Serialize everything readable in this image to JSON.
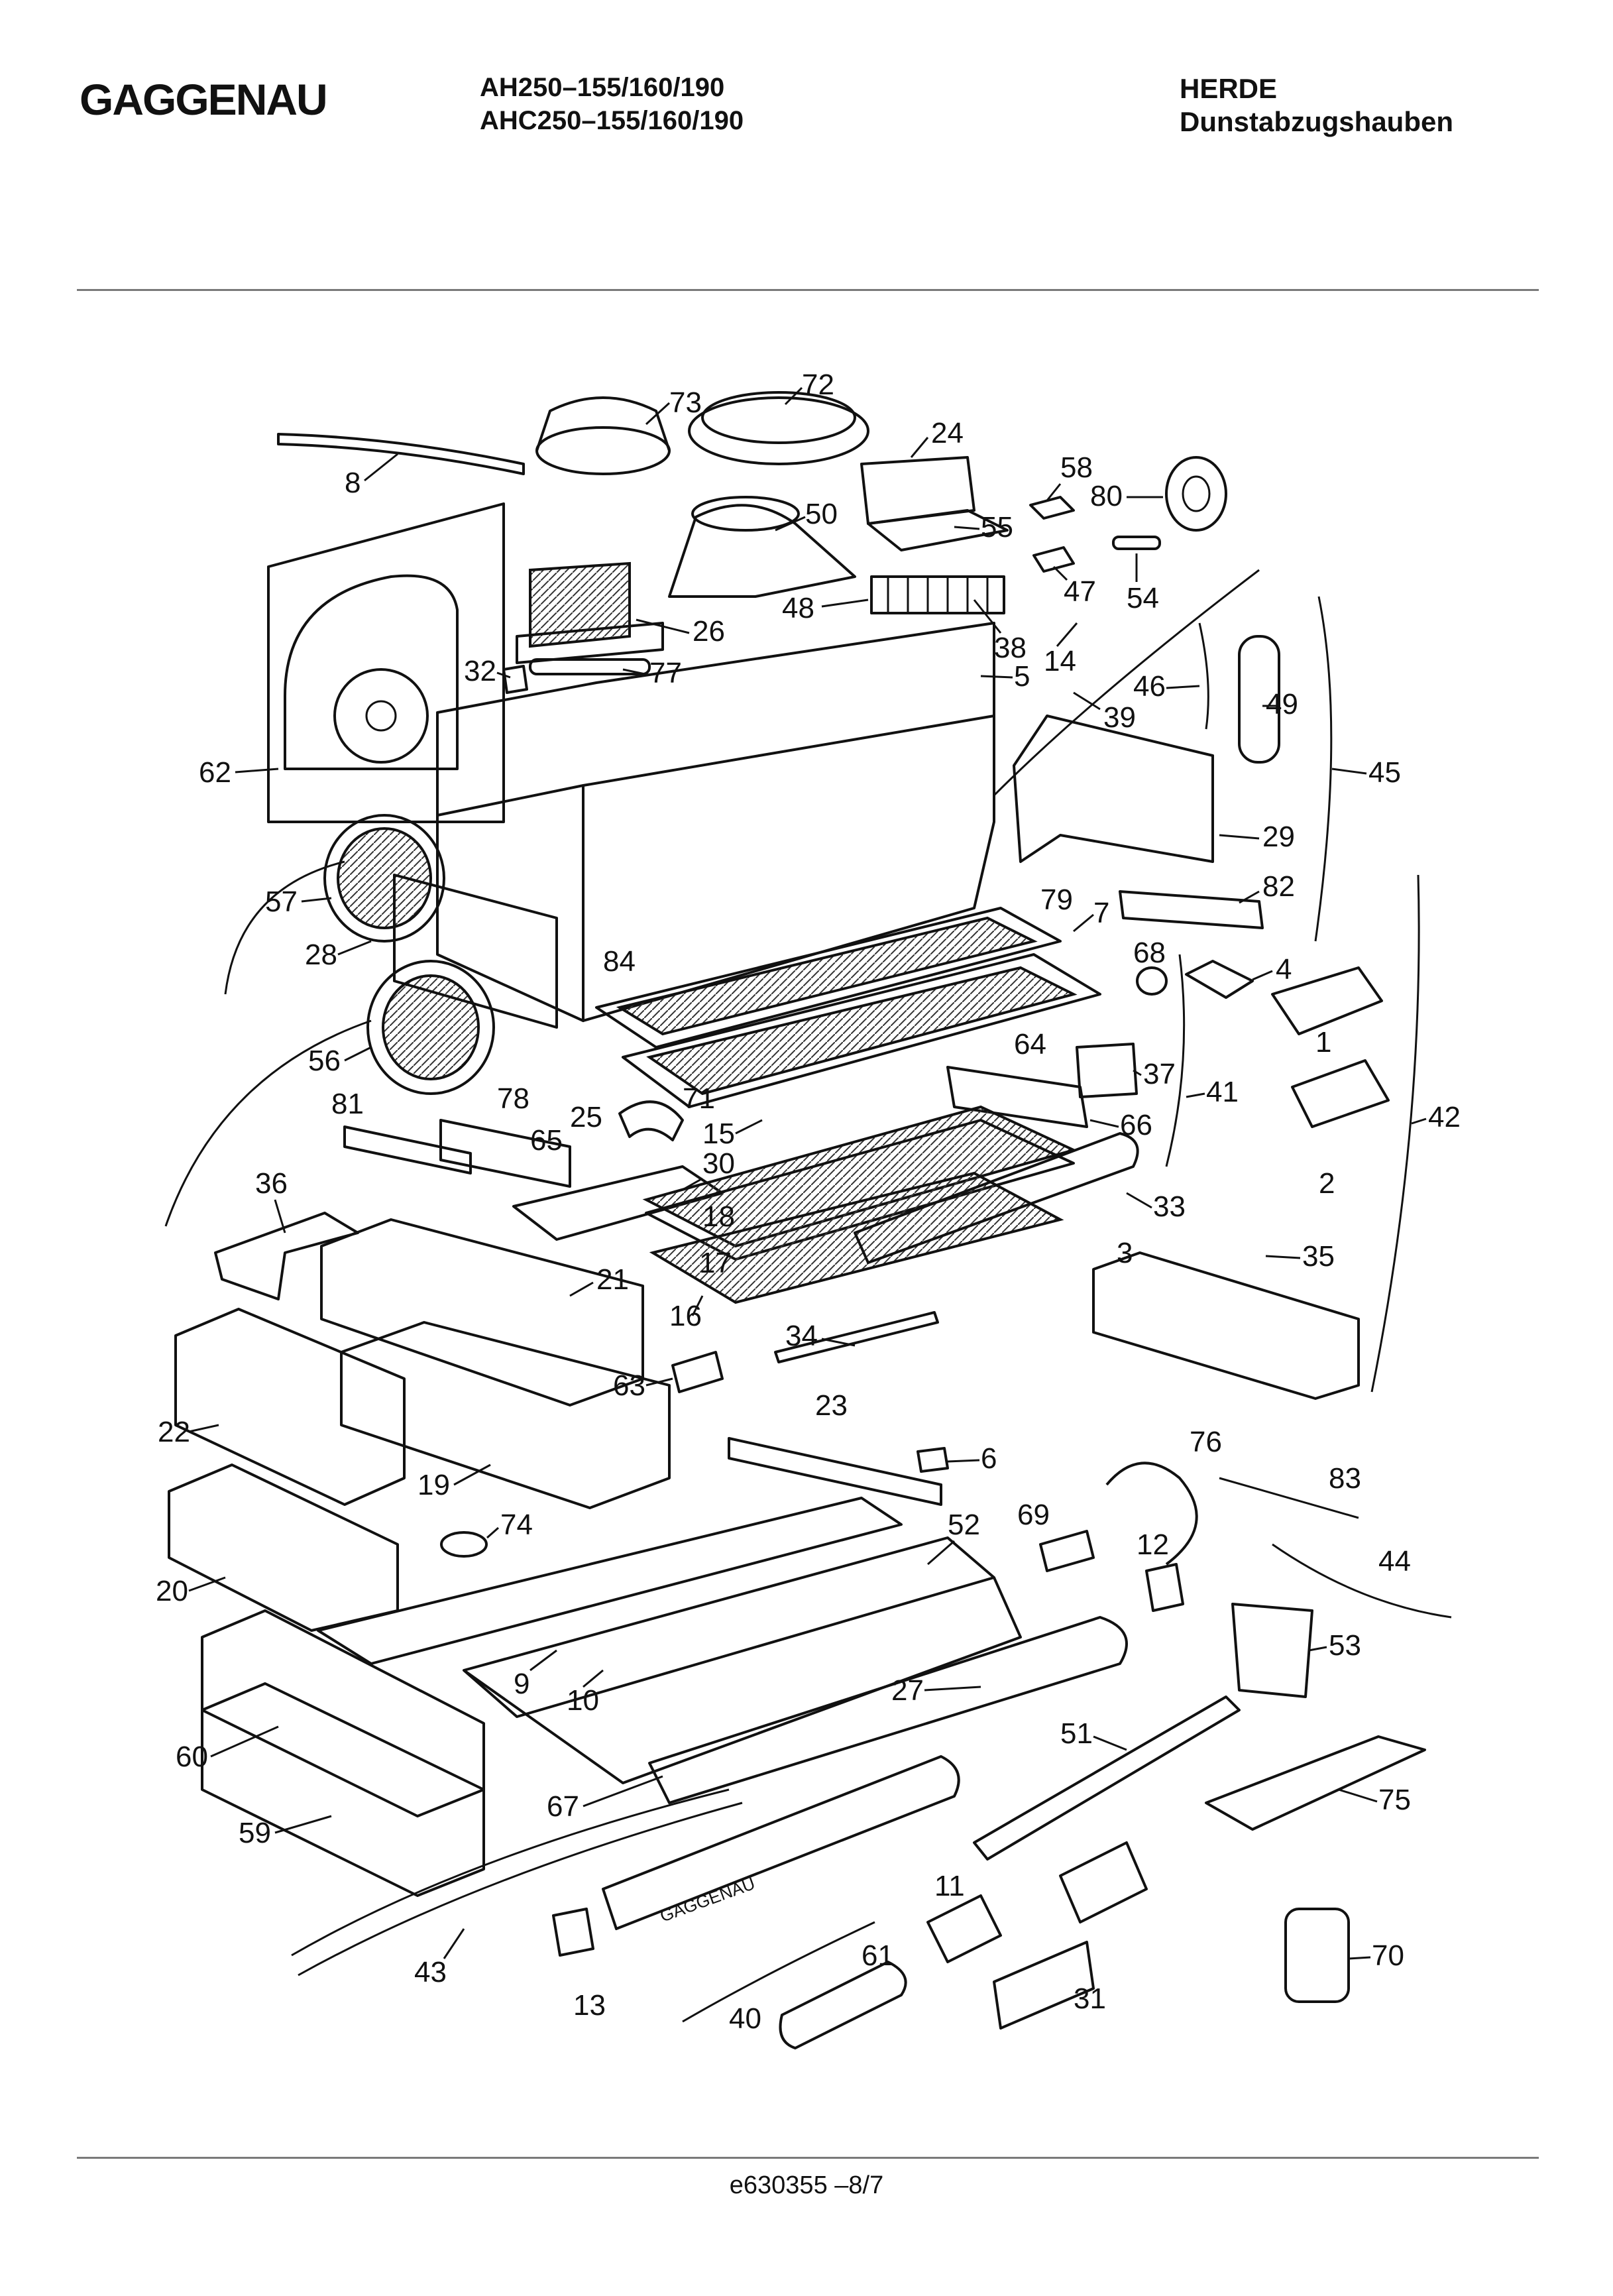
{
  "header": {
    "brand": "GAGGENAU",
    "models": [
      "AH250–155/160/190",
      "AHC250–155/160/190"
    ],
    "category": [
      "HERDE",
      "Dunstabzugshauben"
    ]
  },
  "footer": {
    "doc_number": "e630355 –8/7"
  },
  "diagram": {
    "stamp_text": "GAGGENAU",
    "callouts": [
      {
        "label": "73"
      },
      {
        "label": "72"
      },
      {
        "label": "8"
      },
      {
        "label": "24"
      },
      {
        "label": "58"
      },
      {
        "label": "80"
      },
      {
        "label": "50"
      },
      {
        "label": "55"
      },
      {
        "label": "47"
      },
      {
        "label": "54"
      },
      {
        "label": "48"
      },
      {
        "label": "26"
      },
      {
        "label": "38"
      },
      {
        "label": "14"
      },
      {
        "label": "32"
      },
      {
        "label": "77"
      },
      {
        "label": "5"
      },
      {
        "label": "46"
      },
      {
        "label": "39"
      },
      {
        "label": "49"
      },
      {
        "label": "62"
      },
      {
        "label": "45"
      },
      {
        "label": "29"
      },
      {
        "label": "57"
      },
      {
        "label": "82"
      },
      {
        "label": "79"
      },
      {
        "label": "7"
      },
      {
        "label": "28"
      },
      {
        "label": "84"
      },
      {
        "label": "68"
      },
      {
        "label": "4"
      },
      {
        "label": "1"
      },
      {
        "label": "56"
      },
      {
        "label": "64"
      },
      {
        "label": "37"
      },
      {
        "label": "78"
      },
      {
        "label": "25"
      },
      {
        "label": "71"
      },
      {
        "label": "41"
      },
      {
        "label": "42"
      },
      {
        "label": "81"
      },
      {
        "label": "65"
      },
      {
        "label": "15"
      },
      {
        "label": "66"
      },
      {
        "label": "30"
      },
      {
        "label": "2"
      },
      {
        "label": "36"
      },
      {
        "label": "18"
      },
      {
        "label": "33"
      },
      {
        "label": "17"
      },
      {
        "label": "35"
      },
      {
        "label": "21"
      },
      {
        "label": "3"
      },
      {
        "label": "16"
      },
      {
        "label": "34"
      },
      {
        "label": "63"
      },
      {
        "label": "23"
      },
      {
        "label": "22"
      },
      {
        "label": "76"
      },
      {
        "label": "6"
      },
      {
        "label": "19"
      },
      {
        "label": "83"
      },
      {
        "label": "74"
      },
      {
        "label": "52"
      },
      {
        "label": "69"
      },
      {
        "label": "12"
      },
      {
        "label": "20"
      },
      {
        "label": "44"
      },
      {
        "label": "53"
      },
      {
        "label": "9"
      },
      {
        "label": "10"
      },
      {
        "label": "27"
      },
      {
        "label": "51"
      },
      {
        "label": "60"
      },
      {
        "label": "75"
      },
      {
        "label": "67"
      },
      {
        "label": "59"
      },
      {
        "label": "11"
      },
      {
        "label": "43"
      },
      {
        "label": "61"
      },
      {
        "label": "70"
      },
      {
        "label": "13"
      },
      {
        "label": "40"
      },
      {
        "label": "31"
      }
    ]
  }
}
